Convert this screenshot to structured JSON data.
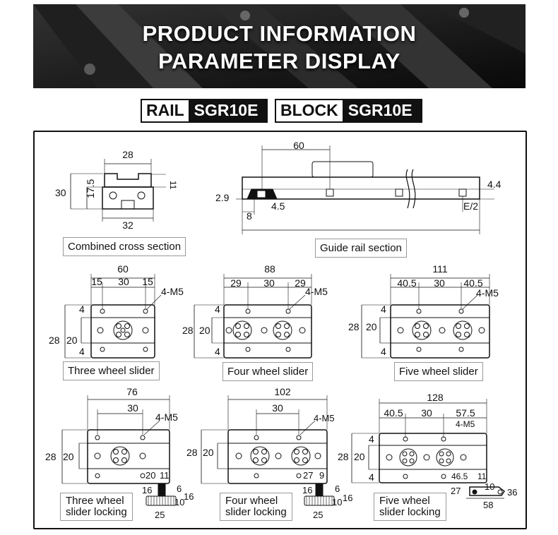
{
  "header": {
    "line1": "PRODUCT INFORMATION",
    "line2": "PARAMETER DISPLAY"
  },
  "tags": [
    {
      "key": "RAIL",
      "value": "SGR10E"
    },
    {
      "key": "BLOCK",
      "value": "SGR10E"
    }
  ],
  "captions": {
    "cross": "Combined cross section",
    "rail": "Guide rail section",
    "three": "Three wheel slider",
    "four": "Four wheel slider",
    "five": "Five wheel slider",
    "three_lock_1": "Three wheel",
    "three_lock_2": "slider locking",
    "four_lock_1": "Four wheel",
    "four_lock_2": "slider locking",
    "five_lock_1": "Five wheel",
    "five_lock_2": "slider locking"
  },
  "dims": {
    "cross": {
      "top": "28",
      "h": "30",
      "h2": "17.5",
      "c": "11",
      "bottom": "32"
    },
    "rail": {
      "pitch": "60",
      "h": "4.4",
      "a": "2.9",
      "b": "4.5",
      "c": "8",
      "e": "E/2"
    },
    "three": {
      "l": "60",
      "a": "15",
      "b": "30",
      "c": "15",
      "m": "4-M5",
      "e1": "4",
      "e2": "4",
      "h": "28",
      "h2": "20"
    },
    "four": {
      "l": "88",
      "a": "29",
      "b": "30",
      "c": "29",
      "m": "4-M5",
      "e1": "4",
      "e2": "4",
      "h": "28",
      "h2": "20"
    },
    "five": {
      "l": "111",
      "a": "40.5",
      "b": "30",
      "c": "40.5",
      "m": "4-M5",
      "e1": "4",
      "e2": "4",
      "h": "28",
      "h2": "20"
    },
    "three_lock": {
      "l": "76",
      "b": "30",
      "m": "4-M5",
      "h": "28",
      "h2": "20",
      "x1": "20",
      "x2": "11",
      "s1": "16",
      "s2": "6",
      "s3": "10",
      "s4": "16",
      "s5": "25"
    },
    "four_lock": {
      "l": "102",
      "b": "30",
      "m": "4-M5",
      "h": "28",
      "h2": "20",
      "x1": "27",
      "x2": "9",
      "s1": "16",
      "s2": "6",
      "s3": "10",
      "s4": "16",
      "s5": "25"
    },
    "five_lock": {
      "l": "128",
      "a": "40.5",
      "b": "30",
      "c": "57.5",
      "m": "4-M5",
      "e1": "4",
      "e2": "4",
      "h": "28",
      "h2": "20",
      "x1": "46.5",
      "x2": "11",
      "s1": "27",
      "s2": "10",
      "s3": "36",
      "s4": "58"
    }
  }
}
